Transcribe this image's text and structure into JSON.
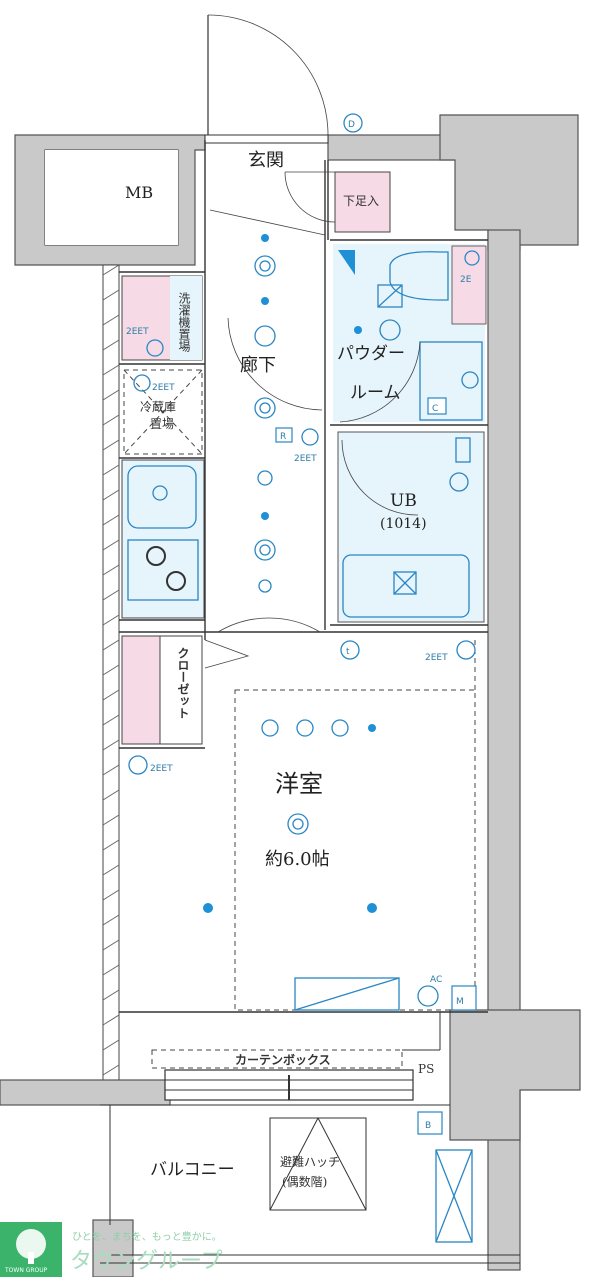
{
  "rooms": {
    "mb": "MB",
    "genkan": "玄関",
    "getabako": "下足入",
    "sentakuki": "洗濯機置場",
    "reizoko_line1": "冷蔵庫",
    "reizoko_line2": "置場",
    "rouka": "廊下",
    "powder_line1": "パウダー",
    "powder_line2": "ルーム",
    "ub": "UB",
    "ub_size": "(1014)",
    "closet": "クローゼット",
    "yoshitsu": "洋室",
    "yoshitsu_area": "約6.0帖",
    "curtain_box": "カーテンボックス",
    "ps": "PS",
    "balcony": "バルコニー",
    "hatch_line1": "避難ハッチ",
    "hatch_line2": "(偶数階)"
  },
  "symbols": {
    "d": "D",
    "b": "B",
    "t": "t",
    "c": "C",
    "r": "R",
    "m": "M",
    "ac": "AC",
    "outlet_2e": "2E",
    "outlet_2eet": "2EET"
  },
  "logo": {
    "tagline": "ひとを、まちを、もっと豊かに。",
    "name": "タウングループ",
    "sub": "TOWN GROUP"
  },
  "colors": {
    "water_area": "#e6f4fb",
    "storage_pink": "#f6dbe6",
    "fixture_blue": "#2a86c4",
    "logo_green": "#3bb36a"
  }
}
